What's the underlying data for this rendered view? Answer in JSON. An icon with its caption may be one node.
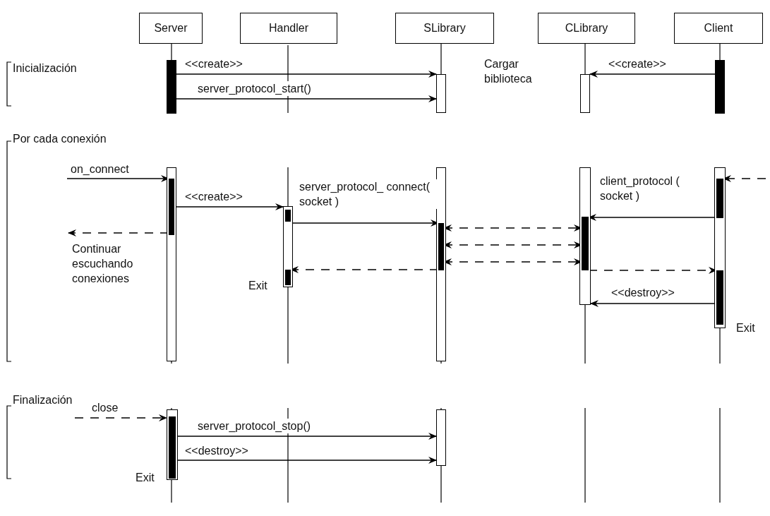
{
  "diagram": {
    "nodes": [
      {
        "text": [
          "Server"
        ]
      },
      {
        "text": [
          "Handler"
        ]
      },
      {
        "text": [
          "SLibrary"
        ]
      },
      {
        "text": [
          "CLibrary"
        ]
      },
      {
        "text": [
          "Client"
        ]
      },
      {
        "text": [],
        "shape": "bar"
      },
      {
        "text": [],
        "shape": "bar"
      },
      {
        "text": [],
        "shape": "bar"
      },
      {
        "text": [],
        "shape": "bar"
      },
      {
        "text": [],
        "shape": "bar"
      },
      {
        "text": [],
        "shape": "bar",
        "beside": [
          "Exit"
        ]
      },
      {
        "text": [],
        "shape": "bar"
      },
      {
        "text": [],
        "shape": "bar"
      },
      {
        "text": [],
        "shape": "bar",
        "in": 9
      },
      {
        "text": [],
        "shape": "bar",
        "in": 10
      },
      {
        "text": [],
        "shape": "bar",
        "beside": [
          "Exit"
        ]
      },
      {
        "text": [],
        "shape": "bar",
        "in": 15
      },
      {
        "text": [],
        "shape": "bar",
        "in": 11
      },
      {
        "text": [],
        "shape": "bar",
        "in": 12
      },
      {
        "text": [],
        "shape": "bar",
        "in": 15
      },
      {
        "text": [],
        "shape": "bar",
        "in": 10
      },
      {
        "text": [],
        "shape": "bar",
        "beside": [
          "Exit"
        ]
      },
      {
        "text": [],
        "shape": "bar"
      },
      {
        "text": [],
        "shape": "bar",
        "in": 21
      }
    ],
    "edges": [
      {
        "from": 5,
        "to": 6,
        "arrow": "to",
        "label": "<<create>>"
      },
      {
        "from": 5,
        "to": 6,
        "arrow": "to",
        "label": "server_protocol_start()"
      },
      {
        "from": 8,
        "to": 7,
        "arrow": "to",
        "label": "<<create>>"
      },
      {
        "from": null,
        "to": 13,
        "arrow": "to",
        "label": "on_connect"
      },
      {
        "from": null,
        "to": 14,
        "arrow": "to",
        "style": "dashed"
      },
      {
        "from": 13,
        "to": 15,
        "arrow": "to",
        "label": "<<create>>"
      },
      {
        "from": 13,
        "to": null,
        "arrow": "to",
        "style": "dashed",
        "label": "Continuar escuchando conexiones"
      },
      {
        "from": 10,
        "to": 18,
        "arrow": "to",
        "label": "client_protocol ( socket )"
      },
      {
        "from": 15,
        "to": 17,
        "arrow": "to",
        "label": "server_protocol_ connect( socket )"
      },
      {
        "from": 17,
        "to": 18,
        "arrow": "both",
        "style": "dashed"
      },
      {
        "from": 17,
        "to": 18,
        "arrow": "both",
        "style": "dashed"
      },
      {
        "from": 17,
        "to": 18,
        "arrow": "both",
        "style": "dashed"
      },
      {
        "from": 17,
        "to": 19,
        "arrow": "to",
        "style": "dashed"
      },
      {
        "from": 18,
        "to": 20,
        "arrow": "to",
        "style": "dashed"
      },
      {
        "from": 20,
        "to": 12,
        "arrow": "to",
        "label": "<<destroy>>"
      },
      {
        "from": null,
        "to": 21,
        "arrow": "to",
        "style": "dashed",
        "label": "close"
      },
      {
        "from": 23,
        "to": 22,
        "arrow": "to",
        "label": "server_protocol_stop()"
      },
      {
        "from": 23,
        "to": 22,
        "arrow": "to",
        "label": "<<destroy>>"
      },
      {
        "from": 0,
        "to": 5,
        "arrow": "none"
      },
      {
        "from": 2,
        "to": 6,
        "arrow": "none"
      },
      {
        "from": 3,
        "to": 7,
        "arrow": "none"
      },
      {
        "from": 4,
        "to": 8,
        "arrow": "none"
      }
    ],
    "labels": [
      "Inicialización",
      "Cargar biblioteca",
      "Por cada conexión",
      "Finalización"
    ]
  }
}
